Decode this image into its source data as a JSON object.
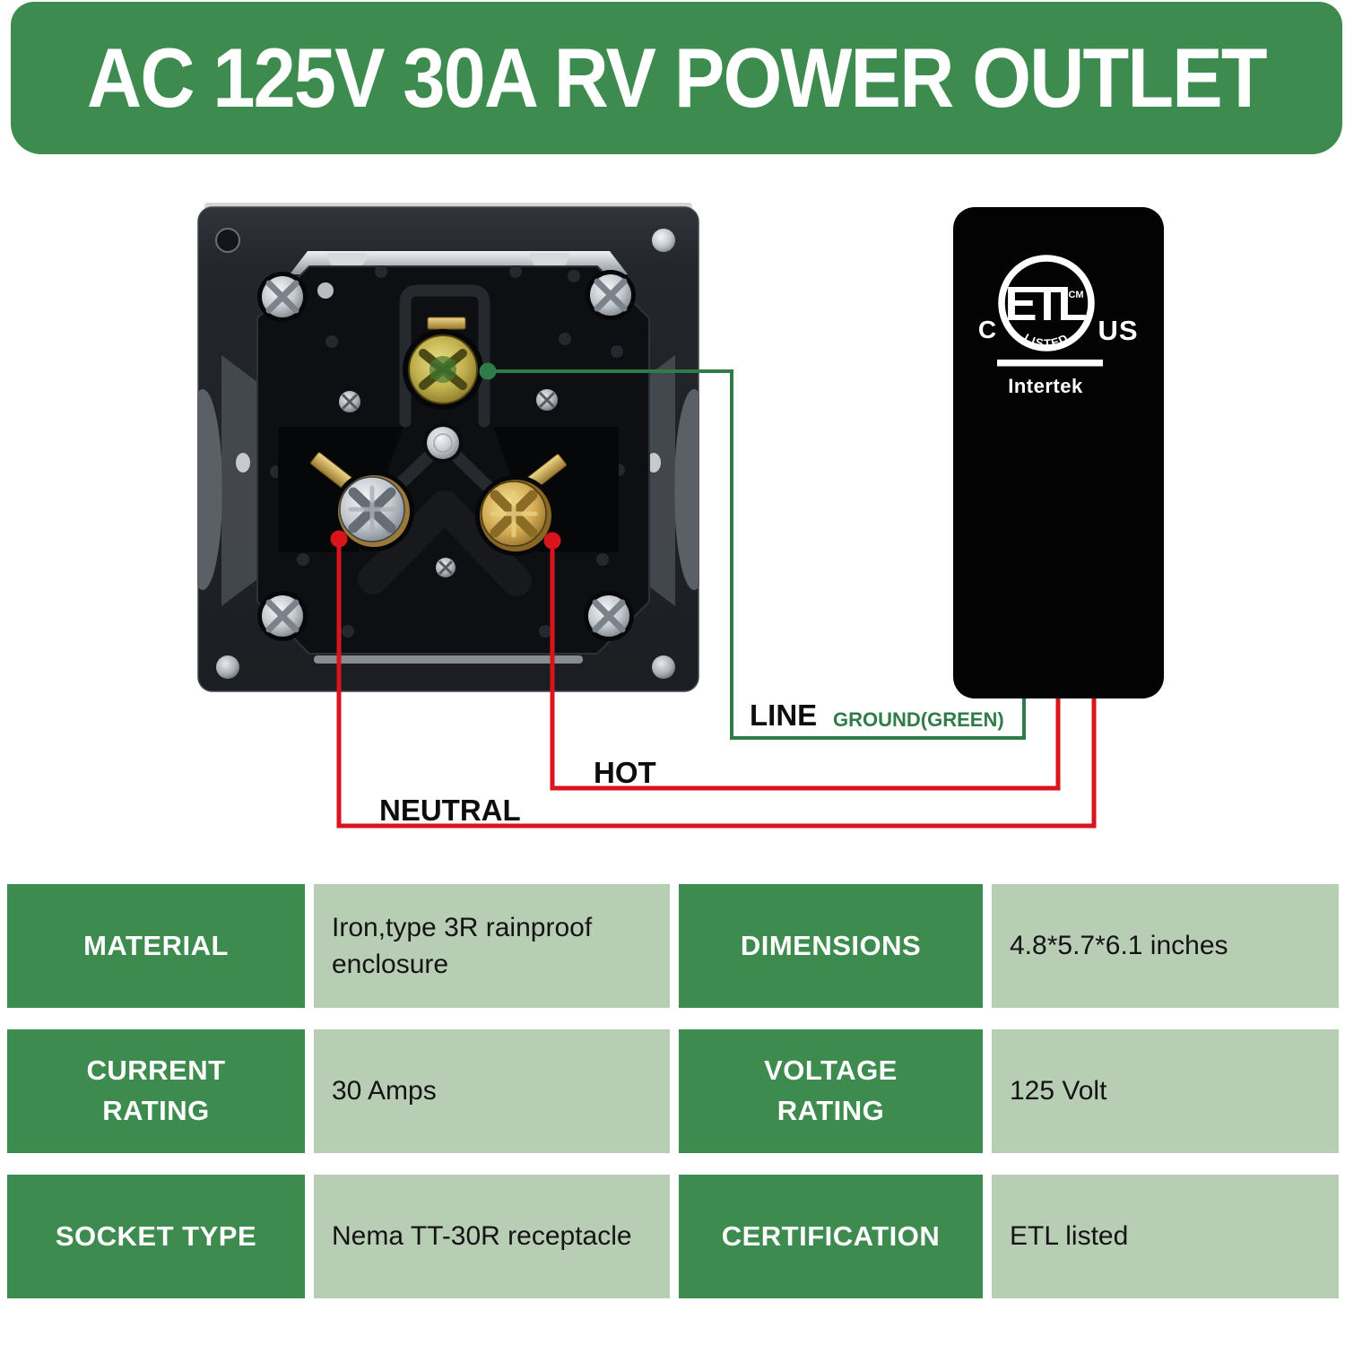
{
  "header": {
    "title": "AC 125V 30A RV POWER OUTLET"
  },
  "wiring": {
    "line_label": "LINE",
    "ground_label": "GROUND(GREEN)",
    "hot_label": "HOT",
    "neutral_label": "NEUTRAL"
  },
  "badge": {
    "c": "C",
    "us": "US",
    "etl": "ETL",
    "cm": "CM",
    "listed": "LISTED",
    "intertek": "Intertek"
  },
  "spec_table": {
    "rows": [
      {
        "left_label": "MATERIAL",
        "left_value": "Iron,type 3R rainproof\nenclosure",
        "right_label": "DIMENSIONS",
        "right_value": "4.8*5.7*6.1 inches"
      },
      {
        "left_label": "CURRENT\nRATING",
        "left_value": "30 Amps",
        "right_label": "VOLTAGE\nRATING",
        "right_value": "125 Volt"
      },
      {
        "left_label": "SOCKET TYPE",
        "left_value": "Nema TT-30R receptacle",
        "right_label": "CERTIFICATION",
        "right_value": "ETL listed"
      }
    ]
  },
  "colors": {
    "banner_green": "#3d8b4f",
    "cell_dark_green": "#3d8b4f",
    "cell_light_green": "#b7ceb4",
    "wire_red": "#d8141c",
    "wire_green": "#2f7c49",
    "badge_black": "#030303"
  }
}
